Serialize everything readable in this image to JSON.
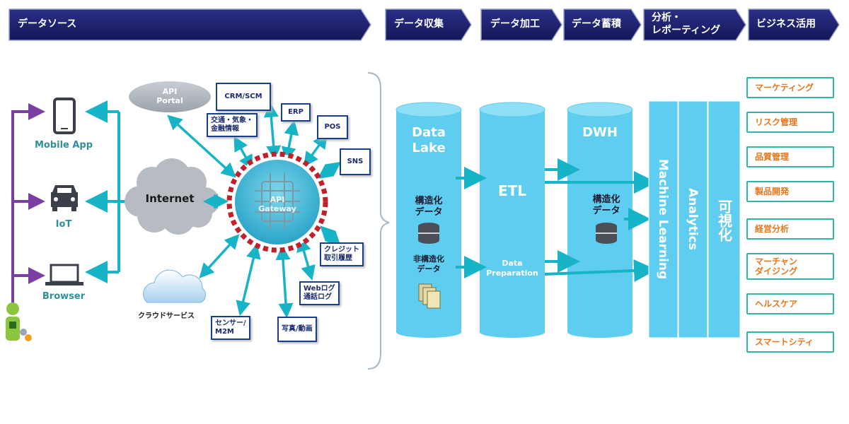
{
  "stages": {
    "source": "データソース",
    "collect": "データ収集",
    "process": "データ加工",
    "store": "データ蓄積",
    "analyze_line1": "分析・",
    "analyze_line2": "レポーティング",
    "business": "ビジネス活用"
  },
  "sources": {
    "mobile": "Mobile App",
    "iot": "IoT",
    "browser": "Browser"
  },
  "network": {
    "api_portal_line1": "API",
    "api_portal_line2": "Portal",
    "internet": "Internet",
    "cloud": "クラウドサービス",
    "gateway_line1": "API",
    "gateway_line2": "Gateway"
  },
  "external": {
    "crm": "CRM/SCM",
    "traffic_line1": "交通・気象・",
    "traffic_line2": "金融情報",
    "erp": "ERP",
    "pos": "POS",
    "sns": "SNS",
    "credit_line1": "クレジット",
    "credit_line2": "取引履歴",
    "weblog_line1": "Webログ",
    "weblog_line2": "通話ログ",
    "photo": "写真/動画",
    "sensor_line1": "センサー/",
    "sensor_line2": "M2M"
  },
  "pipeline": {
    "datalake_line1": "Data",
    "datalake_line2": "Lake",
    "structured_line1": "構造化",
    "structured_line2": "データ",
    "unstructured_line1": "非構造化",
    "unstructured_line2": "データ",
    "etl": "ETL",
    "data_prep_line1": "Data",
    "data_prep_line2": "Preparation",
    "dwh": "DWH",
    "dwh_structured_line1": "構造化",
    "dwh_structured_line2": "データ",
    "ml": "Machine Learning",
    "analytics": "Analytics",
    "visual": "可視化"
  },
  "uses": [
    "マーケティング",
    "リスク管理",
    "品質管理",
    "製品開発",
    "経営分析",
    "マーチャン\nダイジング",
    "ヘルスケア",
    "スマートシティ"
  ],
  "colors": {
    "stage_bg": "#20236e",
    "arrow": "#17b3c7",
    "column": "#5fcdf0",
    "use_border": "#2fb6a6",
    "use_text": "#e5761c",
    "gateway_ring": "#c0202a",
    "purple": "#7b3fa4"
  }
}
